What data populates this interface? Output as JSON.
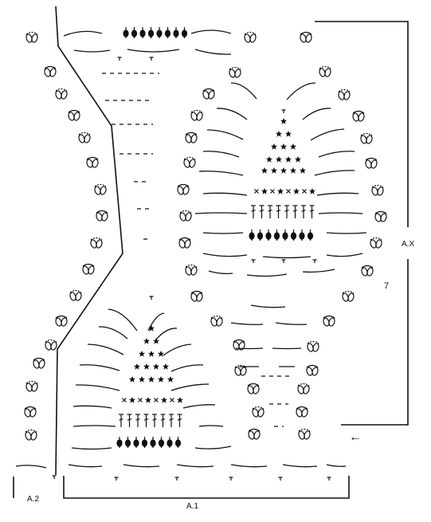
{
  "diagram": {
    "labels": {
      "ax": "A.X",
      "round_number": "7",
      "a1": "A.1",
      "a2": "A.2"
    },
    "arrow_symbol": "←",
    "stitch_symbols": [
      "loop-pair",
      "arc-chain",
      "dash-chain",
      "tr-stitch",
      "dtr-stitch",
      "bobble",
      "star-cluster",
      "x-stitch",
      "t-mark"
    ],
    "colors": {
      "ink": "#111111",
      "background": "#ffffff"
    }
  }
}
